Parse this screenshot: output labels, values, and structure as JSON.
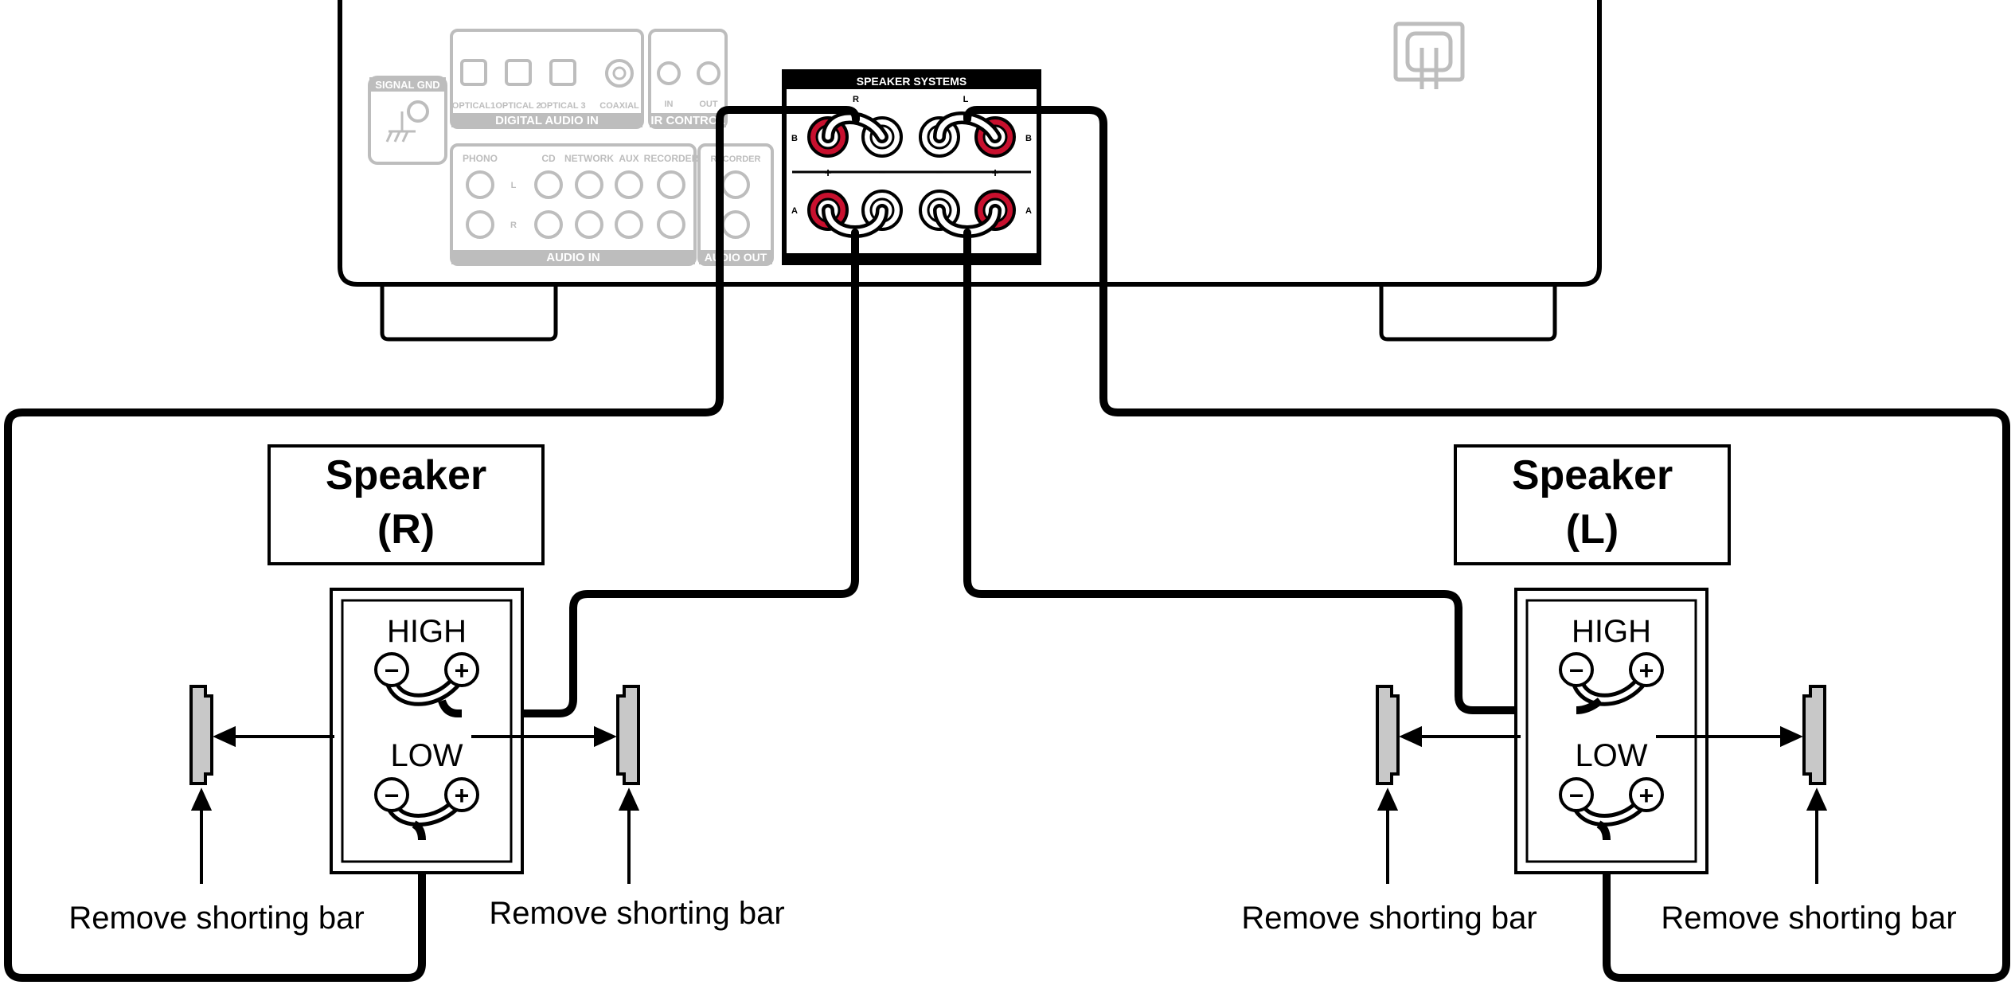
{
  "amplifier": {
    "signal_gnd": "SIGNAL GND",
    "digital_inputs": [
      "OPTICAL1",
      "OPTICAL 2",
      "OPTICAL 3",
      "COAXIAL"
    ],
    "digital_audio_in": "DIGITAL AUDIO IN",
    "ir_in": "IN",
    "ir_out": "OUT",
    "ir_control": "IR CONTROL",
    "analog_inputs": [
      "PHONO",
      "CD",
      "NETWORK",
      "AUX",
      "RECORDER"
    ],
    "channel_l": "L",
    "channel_r": "R",
    "audio_in": "AUDIO IN",
    "recorder_out": "RECORDER",
    "audio_out": "AUDIO OUT",
    "speaker_systems": "SPEAKER SYSTEMS",
    "panel_r": "R",
    "panel_l": "L",
    "row_b": "B",
    "row_a": "A",
    "plus": "+",
    "minus": "−"
  },
  "speaker_right": {
    "title_line1": "Speaker",
    "title_line2": "(R)",
    "high": "HIGH",
    "low": "LOW",
    "minus_symbol": "−",
    "plus_symbol": "+",
    "caption_left": "Remove shorting bar",
    "caption_right": "Remove shorting bar"
  },
  "speaker_left": {
    "title_line1": "Speaker",
    "title_line2": "(L)",
    "high": "HIGH",
    "low": "LOW",
    "minus_symbol": "−",
    "plus_symbol": "+",
    "caption_left": "Remove shorting bar",
    "caption_right": "Remove shorting bar"
  },
  "colors": {
    "red_terminal": "#c8102e",
    "faded_grey": "#bdbdbd",
    "bar_grey": "#c8c8c8"
  }
}
